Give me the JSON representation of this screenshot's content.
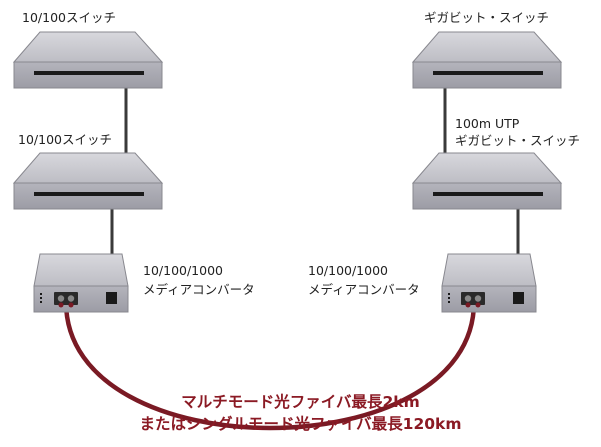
{
  "labels": {
    "switch_top_left": "10/100スイッチ",
    "switch_mid_left": "10/100スイッチ",
    "switch_top_right": "ギガビット・スイッチ",
    "cable_utp": "100m UTP",
    "switch_mid_right": "ギガビット・スイッチ",
    "converter_left_line1": "10/100/1000",
    "converter_left_line2": "メディアコンバータ",
    "converter_right_line1": "10/100/1000",
    "converter_right_line2": "メディアコンバータ"
  },
  "caption": {
    "line1": "マルチモード光ファイバ最長2km",
    "line2": "またはシングルモード光ファイバ最長120km"
  },
  "colors": {
    "device_top": "#c9c9cf",
    "device_front": "#a9a9b1",
    "device_edge": "#88888f",
    "slot": "#1a1a1a",
    "cable": "#3a3a3a",
    "fiber": "#7a1a24",
    "caption": "#8b1a24"
  }
}
